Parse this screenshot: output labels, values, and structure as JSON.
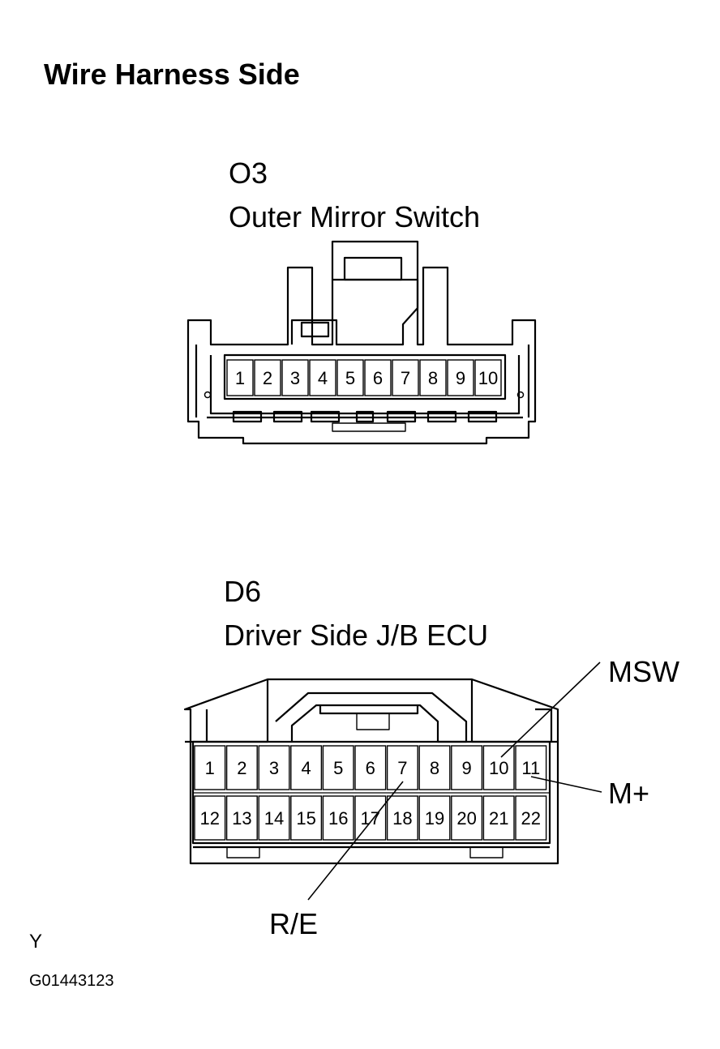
{
  "title": "Wire Harness Side",
  "connectors": [
    {
      "code": "O3",
      "name": "Outer Mirror Switch",
      "pins": [
        "1",
        "2",
        "3",
        "4",
        "5",
        "6",
        "7",
        "8",
        "9",
        "10"
      ]
    },
    {
      "code": "D6",
      "name": "Driver Side J/B ECU",
      "pins_top": [
        "1",
        "2",
        "3",
        "4",
        "5",
        "6",
        "7",
        "8",
        "9",
        "10",
        "11"
      ],
      "pins_bottom": [
        "12",
        "13",
        "14",
        "15",
        "16",
        "17",
        "18",
        "19",
        "20",
        "21",
        "22"
      ],
      "callouts": {
        "msw": "MSW",
        "mplus": "M+",
        "re": "R/E"
      }
    }
  ],
  "footer": {
    "letter": "Y",
    "figure_code": "G01443123"
  }
}
